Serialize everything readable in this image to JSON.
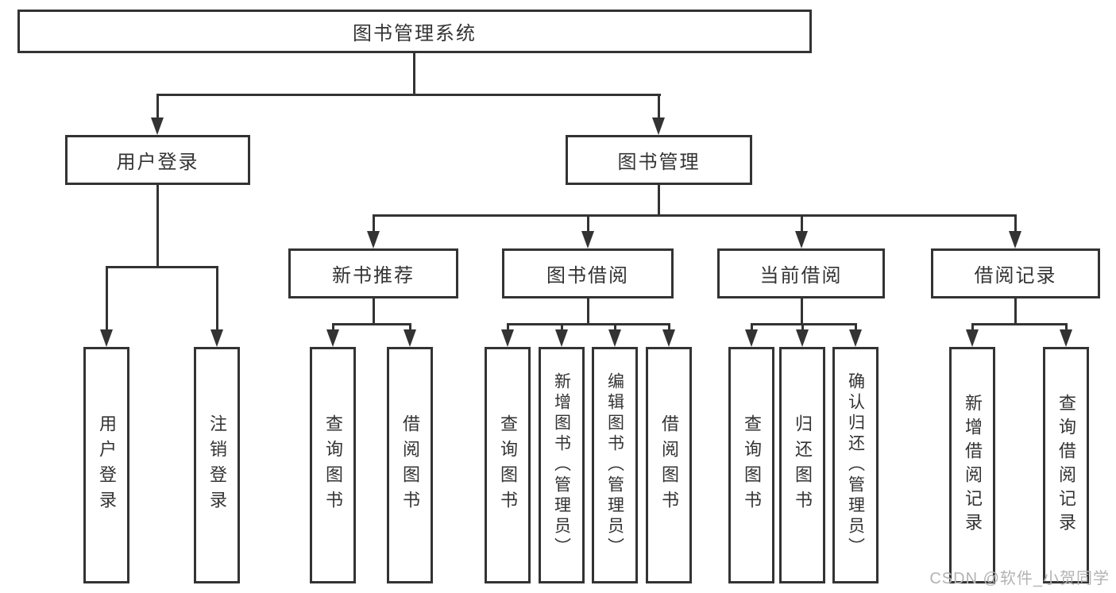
{
  "diagram_type": "hierarchy-tree",
  "colors": {
    "line": "#333333",
    "text": "#333333",
    "background": "#ffffff",
    "watermark": "#b3b3b3"
  },
  "tree": {
    "label": "图书管理系统",
    "children": [
      {
        "label": "用户登录",
        "children": [
          {
            "label": "用户登录"
          },
          {
            "label": "注销登录"
          }
        ]
      },
      {
        "label": "图书管理",
        "children": [
          {
            "label": "新书推荐",
            "children": [
              {
                "label": "查询图书"
              },
              {
                "label": "借阅图书"
              }
            ]
          },
          {
            "label": "图书借阅",
            "children": [
              {
                "label": "查询图书"
              },
              {
                "label": "新增图书（管理员）"
              },
              {
                "label": "编辑图书（管理员）"
              },
              {
                "label": "借阅图书"
              }
            ]
          },
          {
            "label": "当前借阅",
            "children": [
              {
                "label": "查询图书"
              },
              {
                "label": "归还图书"
              },
              {
                "label": "确认归还（管理员）"
              }
            ]
          },
          {
            "label": "借阅记录",
            "children": [
              {
                "label": "新增借阅记录"
              },
              {
                "label": "查询借阅记录"
              }
            ]
          }
        ]
      }
    ]
  },
  "watermark": {
    "text": "CSDN @软件_小贺同学"
  }
}
